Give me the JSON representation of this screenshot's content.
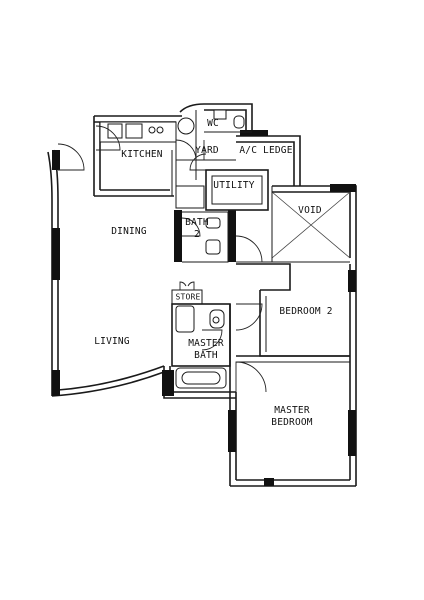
{
  "rooms": {
    "kitchen": "KITCHEN",
    "wc": "WC",
    "yard": "YARD",
    "ac_ledge": "A/C LEDGE",
    "utility": "UTILITY",
    "bath_2": "BATH\n2",
    "void": "VOID",
    "dining": "DINING",
    "store": "STORE",
    "bedroom_2": "BEDROOM 2",
    "living": "LIVING",
    "master_bath": "MASTER\nBATH",
    "master_bedroom": "MASTER\nBEDROOM"
  }
}
